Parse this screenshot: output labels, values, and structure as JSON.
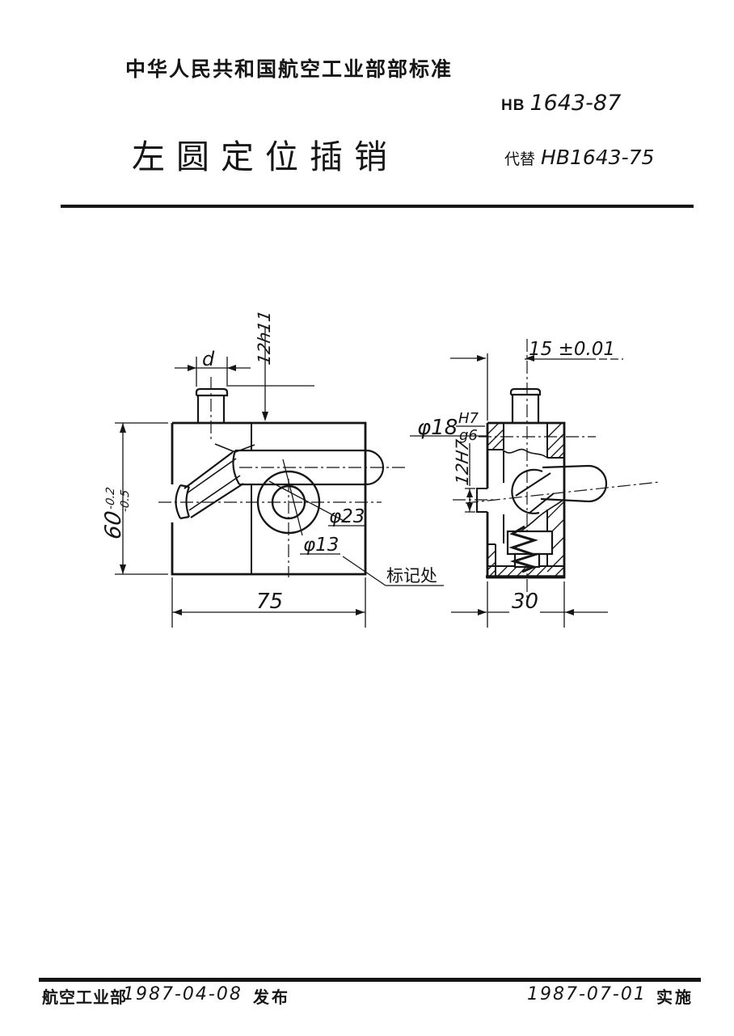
{
  "header": {
    "org": "中华人民共和国航空工业部部标准",
    "code_prefix": "HB",
    "code": "1643-87",
    "title": "左圆定位插销",
    "replaces_label": "代替",
    "replaces_code": "HB1643-75"
  },
  "drawing": {
    "front": {
      "dim_d": "d",
      "dim_slot": "12h11",
      "dim_height": "60",
      "tol_upper": "-0.2",
      "tol_lower": "-0.5",
      "dia_outer": "φ23",
      "dia_inner": "φ13",
      "dim_width": "75",
      "marking_note": "标记处"
    },
    "side": {
      "dim_offset": "15 ±0.01",
      "dia_fit": "φ18",
      "fit_num": "H7",
      "fit_den": "g6",
      "dim_slot": "12H7",
      "dim_depth": "30"
    }
  },
  "footer": {
    "org": "航空工业部",
    "release_date": "1987-04-08",
    "release_label": "发布",
    "implement_date": "1987-07-01",
    "implement_label": "实施"
  }
}
